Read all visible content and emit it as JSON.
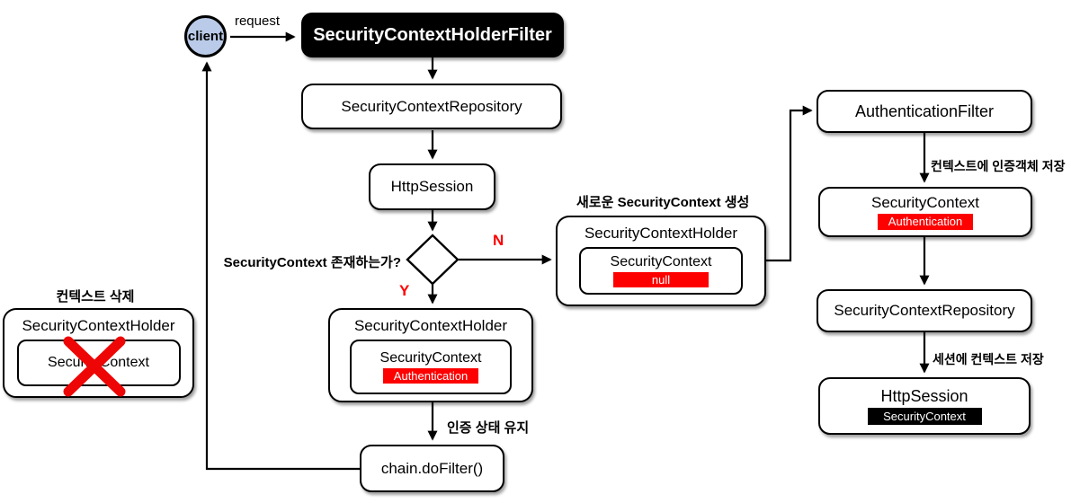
{
  "client": {
    "label": "client"
  },
  "request_label": "request",
  "main_flow": {
    "security_context_holder_filter": "SecurityContextHolderFilter",
    "security_context_repository": "SecurityContextRepository",
    "http_session": "HttpSession",
    "chain_do_filter": "chain.doFilter()",
    "keep_auth_caption": "인증 상태 유지"
  },
  "decision": {
    "question": "SecurityContext 존재하는가?",
    "no_label": "N",
    "yes_label": "Y"
  },
  "new_context_group": {
    "caption": "새로운 SecurityContext 생성",
    "holder": "SecurityContextHolder",
    "context": "SecurityContext",
    "value": "null"
  },
  "auth_context_group": {
    "holder": "SecurityContextHolder",
    "context": "SecurityContext",
    "value": "Authentication"
  },
  "clear_context_group": {
    "caption": "컨텍스트 삭제",
    "holder": "SecurityContextHolder",
    "context": "SecurityContext"
  },
  "auth_flow": {
    "authentication_filter": "AuthenticationFilter",
    "store_auth_caption": "컨텍스트에 인증객체 저장",
    "security_context": "SecurityContext",
    "authentication": "Authentication",
    "security_context_repository": "SecurityContextRepository",
    "store_session_caption": "세션에 컨텍스트 저장",
    "http_session": "HttpSession",
    "session_attribute": "SecurityContext"
  },
  "colors": {
    "red": "#fe0000",
    "client_fill": "#b9cbe8",
    "node_black": "#000000"
  }
}
